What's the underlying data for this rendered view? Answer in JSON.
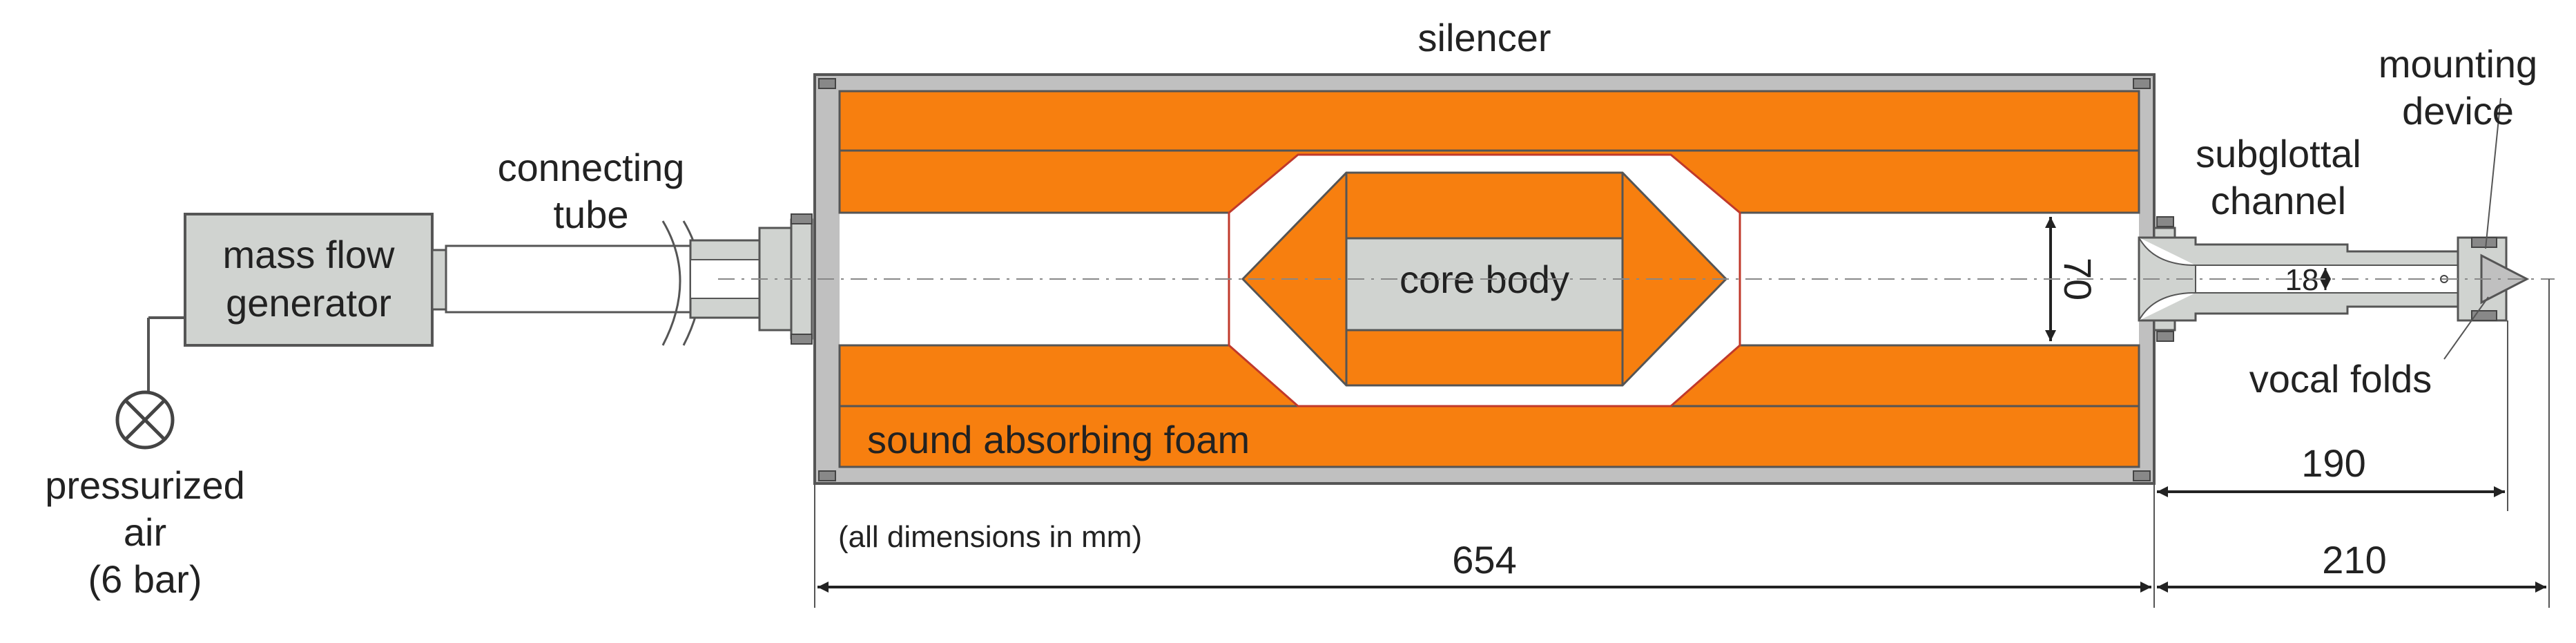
{
  "labels": {
    "silencer": "silencer",
    "connecting_tube_1": "connecting",
    "connecting_tube_2": "tube",
    "mass_flow_1": "mass flow",
    "mass_flow_2": "generator",
    "pressurized_1": "pressurized",
    "pressurized_2": "air",
    "pressurized_3": "(6 bar)",
    "core_body": "core body",
    "foam": "sound absorbing foam",
    "subglottal_1": "subglottal",
    "subglottal_2": "channel",
    "mounting_1": "mounting",
    "mounting_2": "device",
    "vocal_folds": "vocal folds",
    "dimensions_note": "(all dimensions in mm)"
  },
  "dimensions": {
    "silencer_length": "654",
    "setup_length": "210",
    "channel_length": "190",
    "silencer_bore": "70",
    "channel_bore": "18"
  },
  "colors": {
    "foam": "#f77f0f",
    "wall": "#c0c0c0",
    "gray_box": "#d0d3d0",
    "outline": "#555555",
    "liner": "#c0392b"
  }
}
